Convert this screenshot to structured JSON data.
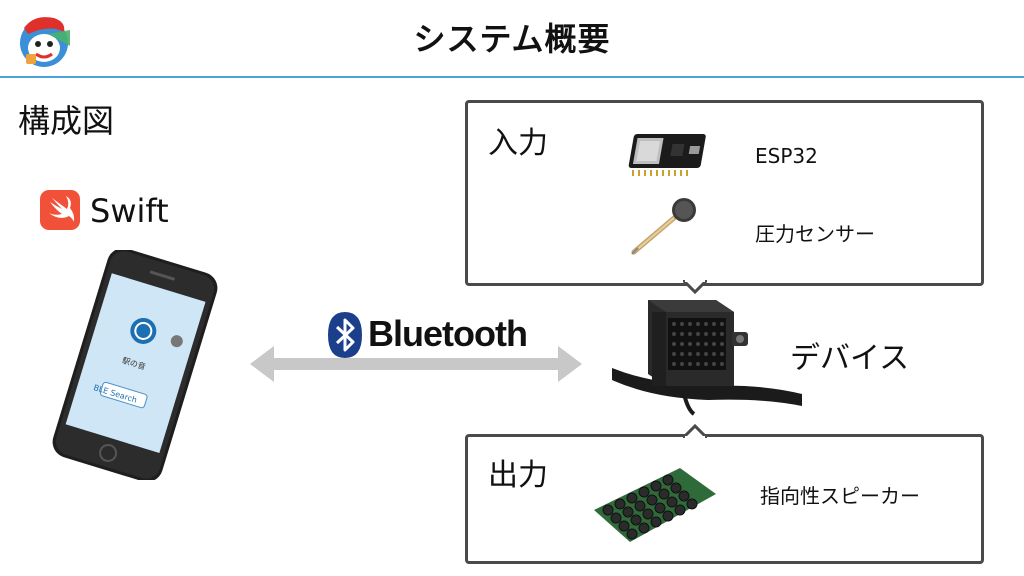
{
  "header": {
    "title": "システム概要"
  },
  "section": {
    "label": "構成図"
  },
  "swift": {
    "label": "Swift",
    "icon": "swift-logo-icon",
    "color": "#f05138"
  },
  "phone": {
    "app_title": "駅の音",
    "button_label": "BLE Search"
  },
  "connection": {
    "label": "Bluetooth",
    "icon": "bluetooth-icon",
    "arrow_color": "#c8c8c8",
    "bt_color": "#1c3f8c"
  },
  "input_box": {
    "label": "入力",
    "items": [
      {
        "label": "ESP32",
        "icon": "esp32-board-icon"
      },
      {
        "label": "圧力センサー",
        "icon": "pressure-sensor-icon"
      }
    ]
  },
  "device": {
    "label": "デバイス",
    "icon": "device-box-icon"
  },
  "output_box": {
    "label": "出力",
    "items": [
      {
        "label": "指向性スピーカー",
        "icon": "speaker-array-icon"
      }
    ]
  },
  "colors": {
    "accent_rule": "#4aa3d8",
    "box_border": "#4a4a4a"
  }
}
